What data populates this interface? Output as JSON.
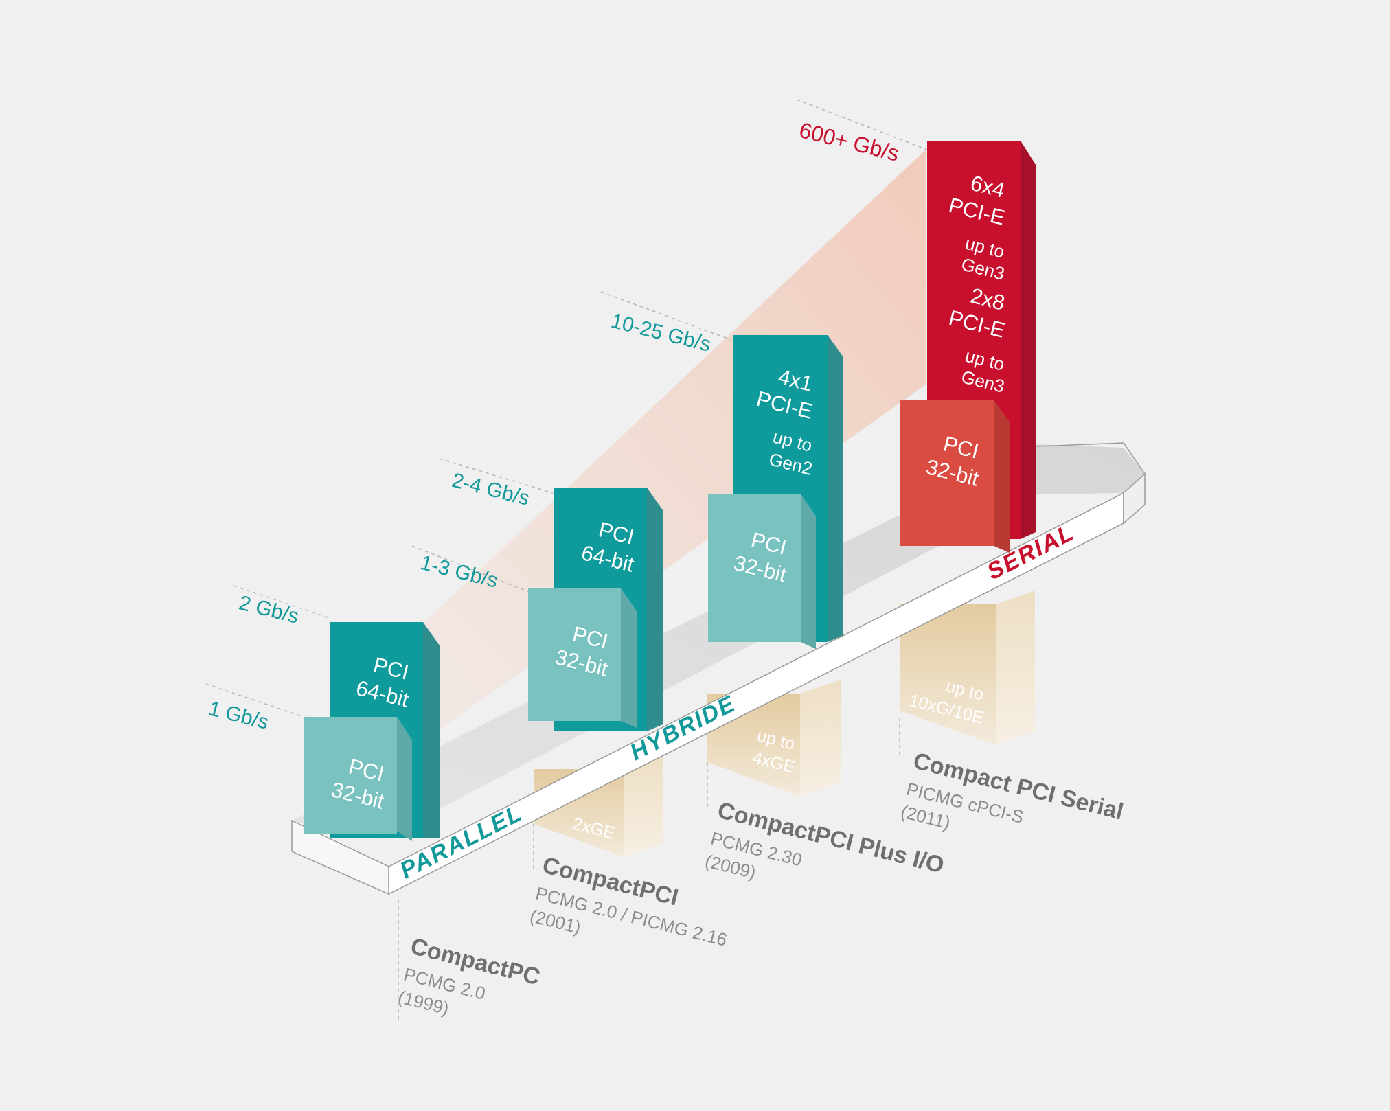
{
  "rates": {
    "r1": "1 Gb/s",
    "r2": "2 Gb/s",
    "r3": "1-3 Gb/s",
    "r4": "2-4 Gb/s",
    "r5": "10-25 Gb/s",
    "r6": "600+ Gb/s"
  },
  "stages": {
    "parallel": "PARALLEL",
    "hybride": "HYBRIDE",
    "serial": "SERIAL"
  },
  "blocks": {
    "b1a": [
      "PCI",
      "32-bit"
    ],
    "b1b": [
      "PCI",
      "64-bit"
    ],
    "b2a": [
      "PCI",
      "32-bit"
    ],
    "b2b": [
      "PCI",
      "64-bit"
    ],
    "b3a": [
      "PCI",
      "32-bit"
    ],
    "b3b": [
      "4x1",
      "PCI-E",
      "up to",
      "Gen2"
    ],
    "b4a": [
      "PCI",
      "32-bit"
    ],
    "b4b": [
      "6x4",
      "PCI-E",
      "up to",
      "Gen3",
      "2x8",
      "PCI-E",
      "up to",
      "Gen3"
    ]
  },
  "ethernet": {
    "e2": [
      "2xGE"
    ],
    "e3": [
      "up to",
      "4xGE"
    ],
    "e4": [
      "up to",
      "10xG/10E"
    ]
  },
  "eras": [
    {
      "title": "CompactPC",
      "line1": "PCMG 2.0",
      "line2": "(1999)"
    },
    {
      "title": "CompactPCI",
      "line1": "PCMG 2.0 / PICMG 2.16",
      "line2": "(2001)"
    },
    {
      "title": "CompactPCI  Plus I/O",
      "line1": "PCMG 2.30",
      "line2": "(2009)"
    },
    {
      "title": "Compact  PCI Serial",
      "line1": "PICMG cPCI-S",
      "line2": "(2011)"
    }
  ],
  "colors": {
    "teal_dark": "#0f9a9c",
    "teal_light": "#73bfbe",
    "red_dark": "#c8102e",
    "red_light": "#da4c42",
    "tan": "#e8d6b4",
    "background": "#f0f0f0"
  }
}
